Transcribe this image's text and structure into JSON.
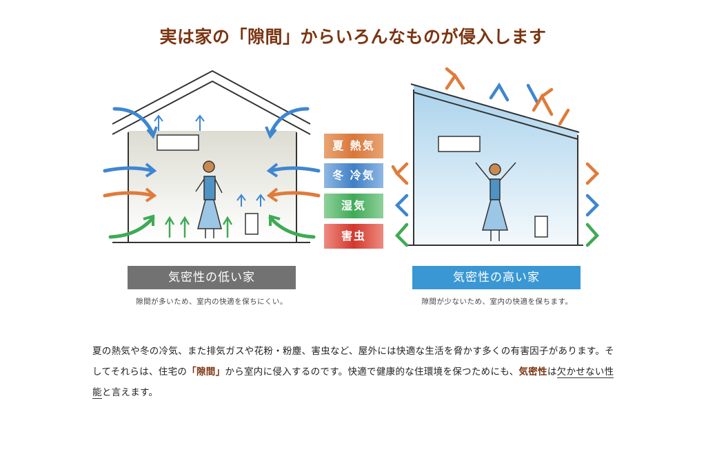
{
  "heading": "実は家の「隙間」からいろんなものが侵入します",
  "labels": {
    "summer": "夏 熱気",
    "winter": "冬 冷気",
    "humidity": "湿気",
    "pests": "害虫"
  },
  "low_house": {
    "title": "気密性の低い家",
    "caption": "隙間が多いため、室内の快適を保ちにくい。"
  },
  "high_house": {
    "title": "気密性の高い家",
    "caption": "隙間が少ないため、室内の快適を保ちます。"
  },
  "paragraph": {
    "part1": "夏の熱気や冬の冷気、また排気ガスや花粉・粉塵、害虫など、屋外には快適な生活を脅かす多くの有害因子があります。そしてそれらは、住宅の",
    "emphasis1": "「隙間」",
    "part2": "から室内に侵入するのです。快適で健康的な住環境を保つためにも、",
    "emphasis2": "気密性",
    "part3": "は",
    "underline": "欠かせない性能",
    "part4": "と言えます。"
  },
  "colors": {
    "heading": "#7a3410",
    "heat": "#e07b3a",
    "cold": "#3f86d0",
    "humidity": "#3faa55",
    "pests": "#d2382d",
    "low_bar": "#727272",
    "high_bar": "#3a97d4"
  }
}
